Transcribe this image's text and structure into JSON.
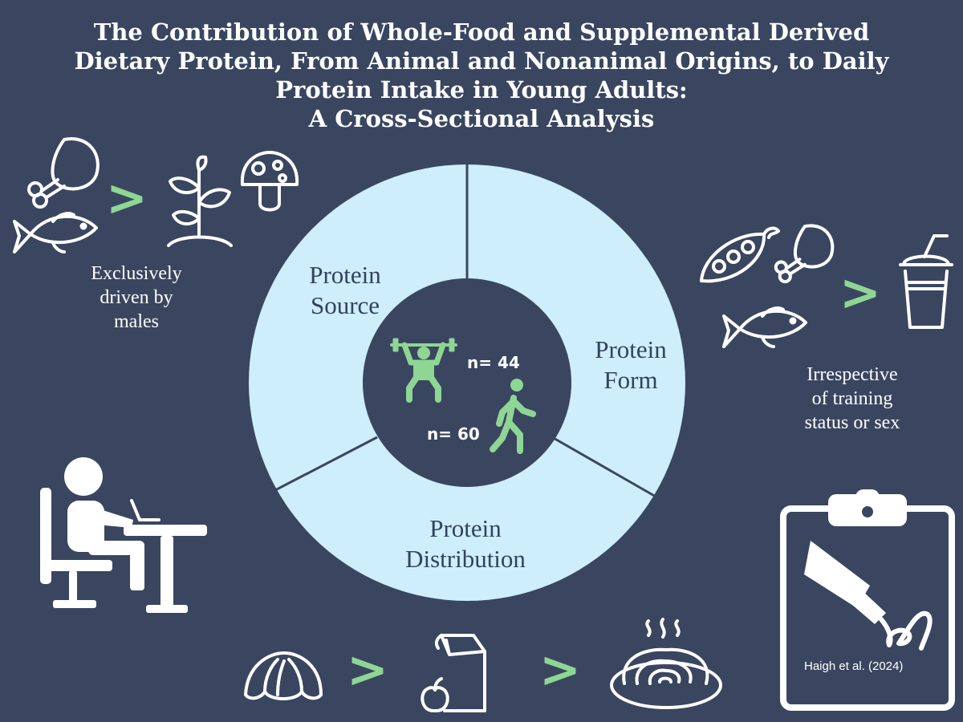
{
  "title": {
    "lines": [
      "The Contribution of Whole-Food and Supplemental Derived",
      "Dietary Protein, From Animal and Nonanimal Origins, to Daily",
      "Protein Intake in Young Adults:",
      "A Cross-Sectional Analysis"
    ]
  },
  "wheel": {
    "segments": [
      {
        "line1": "Protein",
        "line2": "Source"
      },
      {
        "line1": "Protein",
        "line2": "Form"
      },
      {
        "line1": "Protein",
        "line2": "Distribution"
      }
    ],
    "center": {
      "trained_n": "n= 44",
      "untrained_n": "n= 60"
    }
  },
  "findings": {
    "source": {
      "comparator": ">",
      "caption_lines": [
        "Exclusively",
        "driven by",
        "males"
      ]
    },
    "form": {
      "comparator": ">",
      "caption_lines": [
        "Irrespective",
        "of training",
        "status or sex"
      ]
    },
    "distribution": {
      "comparators": [
        ">",
        ">"
      ]
    }
  },
  "citation": "Haigh et al. (2024)",
  "colors": {
    "background": "#3a4660",
    "wheel_fill": "#cdeefa",
    "wheel_center": "#3a4660",
    "accent_green": "#8fd694",
    "text_white": "#ffffff",
    "segment_text": "#33425e"
  },
  "icons": {
    "source_animal": [
      "chicken-leg-icon",
      "fish-icon"
    ],
    "source_plant": [
      "sprout-icon",
      "mushroom-icon"
    ],
    "form_whole_food": [
      "pea-pod-icon",
      "chicken-leg-icon",
      "fish-icon"
    ],
    "form_supplement": "shaker-cup-icon",
    "center": [
      "weightlifter-icon",
      "walking-person-icon"
    ],
    "distribution": [
      "croissant-icon",
      "lunch-bag-apple-icon",
      "pasta-plate-icon"
    ],
    "corner": [
      "person-at-desk-icon",
      "clipboard-pen-icon"
    ]
  }
}
